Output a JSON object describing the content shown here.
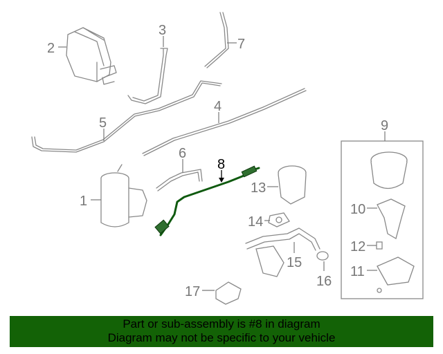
{
  "diagram": {
    "callouts": {
      "c1": "1",
      "c2": "2",
      "c3": "3",
      "c4": "4",
      "c5": "5",
      "c6": "6",
      "c7": "7",
      "c8": "8",
      "c9": "9",
      "c10": "10",
      "c11": "11",
      "c12": "12",
      "c13": "13",
      "c14": "14",
      "c15": "15",
      "c16": "16",
      "c17": "17"
    },
    "highlighted_part": "8",
    "highlight_color": "#136206"
  },
  "banner": {
    "line1": "Part or sub-assembly is #8 in diagram",
    "line2": "Diagram may not be specific to your vehicle",
    "background": "#136206"
  }
}
